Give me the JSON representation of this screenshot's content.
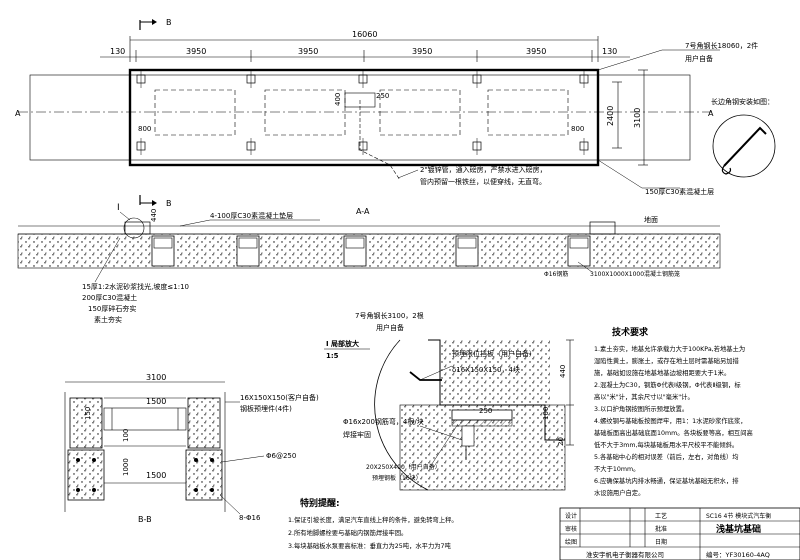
{
  "plan": {
    "section_mark": "B",
    "axis_mark": "A",
    "dim_total": "16060",
    "dim_130": "130",
    "dim_3950": "3950",
    "dim_800": "800",
    "dim_400": "400",
    "dim_250": "250",
    "dim_2400": "2400",
    "dim_3100": "3100",
    "note_angle": "7号角钢长18060，2件",
    "note_angle2": "用户自备",
    "note_pipe_1": "2\"镀锌管，通入磅房，严禁水进入磅房，",
    "note_pipe_2": "管内预留一根铁丝，以便穿线，无直弯。",
    "note_layer": "150厚C30素混凝土层",
    "install_title": "长边角钢安装如图："
  },
  "section_aa": {
    "title": "A-A",
    "mark_i": "I",
    "dim_440": "440",
    "top_note": "4-100厚C30素混凝土垫层",
    "ground_label": "地面",
    "layer_1": "15厚1:2水泥砂浆找光,坡度≤1:10",
    "layer_2": "200厚C30混凝土",
    "layer_3": "150厚碎石夯实",
    "layer_4": "素土夯实",
    "pipe_label": "Φ16钢筋",
    "pit_label": "3100X1000X1000混凝土钢筋笼"
  },
  "detail": {
    "angle_note": "7号角钢长3100，2根",
    "angle_user": "用户自备",
    "title": "I 局部放大",
    "scale": "1:5",
    "plate_note": "预埋限位挡板（用户自备）",
    "plate_spec": "δ16X150X150，4块",
    "bar_note": "Φ16x200钢筋弯，4根/块",
    "weld_note": "焊接牢固",
    "dim_250": "250",
    "dim_440": "440",
    "dim_100": "100",
    "dim_20": "20",
    "embed_1": "20X250X400（用户自备）",
    "embed_2": "预埋钢板（16块）"
  },
  "section_bb": {
    "title": "B-B",
    "dim_3100": "3100",
    "dim_1500": "1500",
    "dim_150": "150",
    "dim_100": "100",
    "dim_1000": "1000",
    "plate_spec": "16X150X150(客户自备)",
    "plate_note": "钢板预埋件(4件)",
    "bar_spec": "Φ6@250",
    "rebar_spec": "8-Φ16"
  },
  "tech": {
    "title": "技术要求",
    "items": [
      "1.素土夯实，地基允许承载力大于100KPa,若地基土为",
      "湿陷性黄土，膨胀土，或存在地土层时需基础另加措",
      "施，基础如设施在地基地基边坡相距要大于1米。",
      "2.混凝土为C30，钢筋Φ代表Ⅰ级钢，Φ代表Ⅱ级钢，标",
      "高以\"米\"计，其余尺寸以\"毫米\"计。",
      "3.以口护角钢按图所示预埋放置。",
      "4.螺纹钢与基础板按图焊牢，用1：1水泥砂浆作底浆，",
      "基础板面高出基础底面10mm。各块板要等高，相互间高",
      "低不大于3mm,每块基础板用水平尺校平不能倾斜。",
      "5.各基础中心的相对误差（前后，左右，对角线）均",
      "不大于10mm。",
      "6.应确保基坑内排水畅通，保证基坑基础无积水，排",
      "水设施用户自定。"
    ]
  },
  "warning": {
    "title": "特别提醒:",
    "items": [
      "1.保证引坡长度，满足汽车直线上秤的条件，避免转弯上秤。",
      "2.所有地脚螺栓要与基础内钢筋焊接牢固。",
      "3.每块基础板水泵要高标准：垂直力为25吨，水平力为7吨"
    ]
  },
  "titleblock": {
    "design": "设计",
    "process": "工艺",
    "check": "审核",
    "approve": "批准",
    "drawing": "绘图",
    "date": "日期",
    "spec": "SC16 4节 模块式汽车衡",
    "name": "浅基坑基础",
    "company": "淮安宇帆电子衡器有限公司",
    "code": "编号：YF30160-4AQ"
  }
}
